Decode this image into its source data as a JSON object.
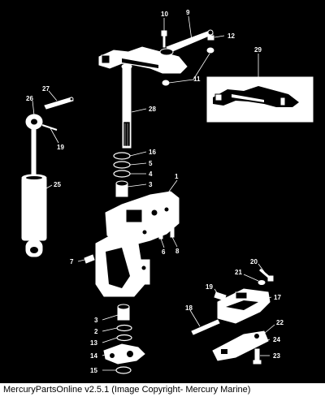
{
  "footer": {
    "caption": "MercuryPartsOnline v2.5.1 (Image Copyright- Mercury Marine)"
  },
  "callouts": {
    "c10": "10",
    "c9": "9",
    "c12": "12",
    "c29": "29",
    "c11": "11",
    "c27": "27",
    "c26": "26",
    "c19a": "19",
    "c28": "28",
    "c16": "16",
    "c5": "5",
    "c4": "4",
    "c3a": "3",
    "c1": "1",
    "c25": "25",
    "c6": "6",
    "c8": "8",
    "c7": "7",
    "c20": "20",
    "c21": "21",
    "c19b": "19",
    "c17": "17",
    "c18": "18",
    "c3b": "3",
    "c2": "2",
    "c13": "13",
    "c14": "14",
    "c15": "15",
    "c22": "22",
    "c24": "24",
    "c23": "23"
  },
  "colors": {
    "background": "#000000",
    "linework": "#ffffff",
    "footer_bg": "#ffffff",
    "footer_text": "#000000"
  }
}
